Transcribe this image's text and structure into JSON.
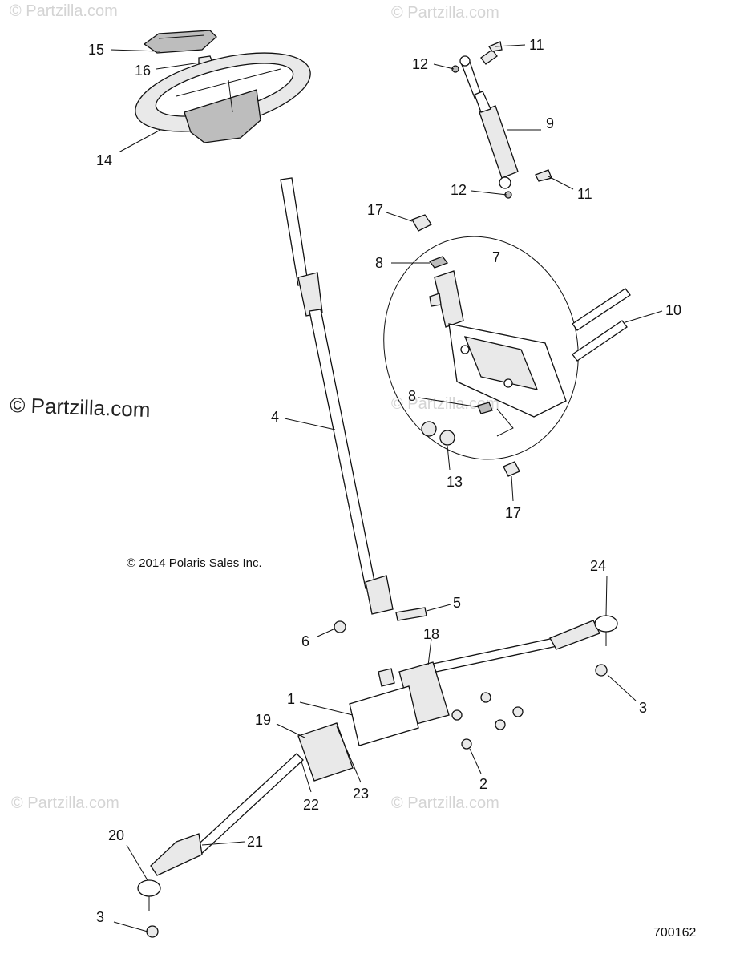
{
  "watermarks": {
    "brand": "Partzilla.com",
    "symbol": "©"
  },
  "copyright": "© 2014 Polaris Sales Inc.",
  "diagram_code": "700162",
  "labels": [
    {
      "id": "15",
      "text": "15"
    },
    {
      "id": "16",
      "text": "16"
    },
    {
      "id": "14",
      "text": "14"
    },
    {
      "id": "11a",
      "text": "11"
    },
    {
      "id": "12a",
      "text": "12"
    },
    {
      "id": "9",
      "text": "9"
    },
    {
      "id": "12b",
      "text": "12"
    },
    {
      "id": "11b",
      "text": "11"
    },
    {
      "id": "17a",
      "text": "17"
    },
    {
      "id": "8a",
      "text": "8"
    },
    {
      "id": "7",
      "text": "7"
    },
    {
      "id": "10",
      "text": "10"
    },
    {
      "id": "4",
      "text": "4"
    },
    {
      "id": "8b",
      "text": "8"
    },
    {
      "id": "13",
      "text": "13"
    },
    {
      "id": "17b",
      "text": "17"
    },
    {
      "id": "24",
      "text": "24"
    },
    {
      "id": "5",
      "text": "5"
    },
    {
      "id": "6",
      "text": "6"
    },
    {
      "id": "18",
      "text": "18"
    },
    {
      "id": "3a",
      "text": "3"
    },
    {
      "id": "1",
      "text": "1"
    },
    {
      "id": "19",
      "text": "19"
    },
    {
      "id": "2",
      "text": "2"
    },
    {
      "id": "23",
      "text": "23"
    },
    {
      "id": "22",
      "text": "22"
    },
    {
      "id": "20",
      "text": "20"
    },
    {
      "id": "21",
      "text": "21"
    },
    {
      "id": "3b",
      "text": "3"
    }
  ]
}
